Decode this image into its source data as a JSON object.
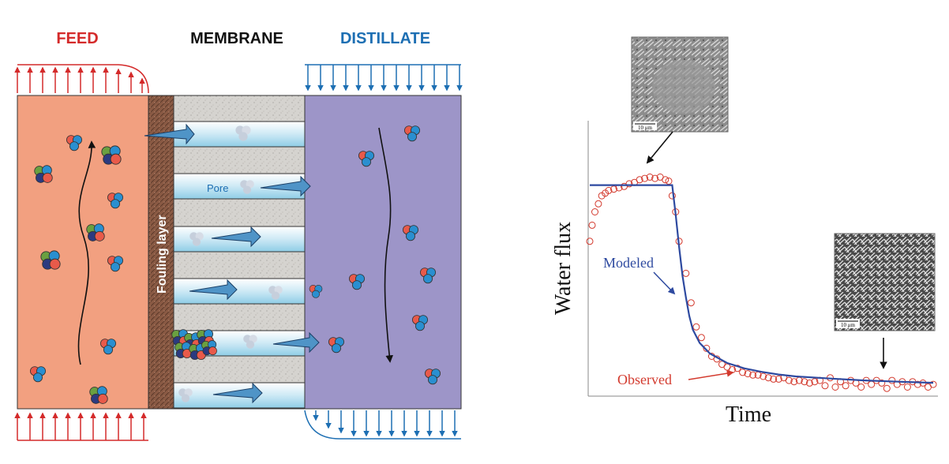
{
  "diagram": {
    "headers": {
      "feed": "FEED",
      "membrane": "MEMBRANE",
      "distillate": "DISTILLATE"
    },
    "fouling_label": "Fouling layer",
    "pore_label": "Pore",
    "colors": {
      "feed_fill": "#f2a080",
      "feed_arrows": "#d42a2a",
      "distillate_fill": "#9d95c8",
      "distillate_arrows": "#1d6fb3",
      "membrane": "#d5d3cf",
      "fouling": "#8a5a44",
      "pore": "#bfe4f2",
      "molecule_red": "#e85a4a",
      "molecule_blue": "#2a8fd0",
      "scalant_green": "#6aa040",
      "scalant_navy": "#2b3a80"
    }
  },
  "chart_data": {
    "type": "line",
    "xlabel": "Time",
    "ylabel": "Water flux",
    "xlim": [
      0,
      100
    ],
    "ylim": [
      0,
      100
    ],
    "series": [
      {
        "name": "Modeled",
        "style": "line",
        "color": "#2e4aa0",
        "x": [
          0,
          24,
          25,
          26,
          27,
          28,
          29,
          30,
          32,
          35,
          40,
          45,
          50,
          55,
          60,
          70,
          80,
          90,
          100
        ],
        "y": [
          78,
          78,
          67,
          55,
          44,
          36,
          29,
          24,
          19,
          15,
          11.5,
          9.5,
          8.2,
          7.2,
          6.5,
          5.7,
          5,
          4.5,
          4.1
        ]
      },
      {
        "name": "Observed",
        "style": "scatter",
        "color": "#d33a2e",
        "x": [
          0,
          0.7,
          1.5,
          2.5,
          3.5,
          4.5,
          5.5,
          7,
          8.5,
          10,
          11.5,
          13,
          14.5,
          16,
          17.5,
          19,
          20.5,
          22,
          23,
          24,
          25,
          26,
          28,
          29.5,
          31,
          32.5,
          34,
          35.5,
          37,
          38.5,
          40,
          41.5,
          43,
          44.5,
          46,
          47.5,
          49,
          50.5,
          52,
          53.5,
          55,
          56.5,
          58,
          59.5,
          61,
          62.5,
          64,
          65.5,
          67,
          68.5,
          70,
          71.5,
          73,
          74.5,
          76,
          77.5,
          79,
          80.5,
          82,
          83.5,
          85,
          86.5,
          88,
          89.5,
          91,
          92.5,
          94,
          95.5,
          97,
          98.5,
          100
        ],
        "y": [
          57,
          63,
          68,
          71,
          74,
          75,
          76,
          76.5,
          77,
          77.5,
          78.5,
          79,
          80,
          80.5,
          81,
          80.5,
          81,
          80,
          79.5,
          74,
          68,
          57,
          45,
          34,
          25,
          21,
          17,
          14,
          13,
          11,
          10,
          9,
          9.5,
          8,
          7.5,
          7,
          7,
          6.5,
          6,
          5.5,
          5.5,
          6,
          5,
          4.5,
          5,
          4.5,
          4,
          4.5,
          5,
          3,
          6,
          2.5,
          4.5,
          3,
          5,
          4,
          2.5,
          5,
          3.5,
          5,
          4,
          2,
          5,
          3.5,
          4.5,
          2.5,
          4.5,
          3.5,
          4,
          2.5,
          3.5
        ]
      }
    ],
    "annotations": [
      "Modeled",
      "Observed"
    ],
    "insets": [
      {
        "scale_label": "10 μm",
        "points_to": "initial plateau"
      },
      {
        "scale_label": "10 μm",
        "points_to": "late steady state"
      }
    ]
  }
}
